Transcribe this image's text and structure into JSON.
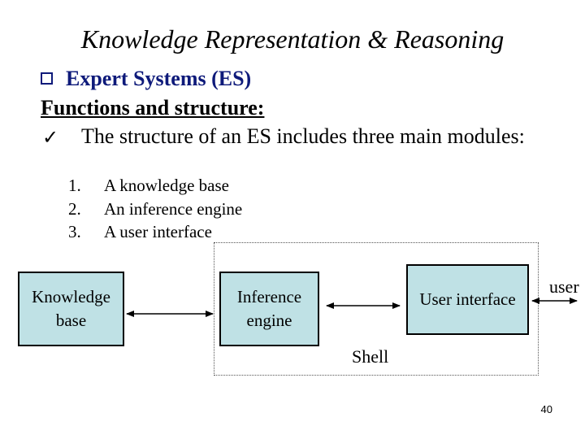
{
  "title": "Knowledge Representation & Reasoning",
  "section": "Expert Systems (ES)",
  "heading": "Functions and structure:",
  "bullet_text": "The structure of an ES includes three main modules:",
  "modules": [
    {
      "number": "1.",
      "label": "A knowledge base"
    },
    {
      "number": "2.",
      "label": "An inference engine"
    },
    {
      "number": "3.",
      "label": "A user interface"
    }
  ],
  "diagram": {
    "knowledge_base": [
      "Knowledge",
      "base"
    ],
    "inference_engine": [
      "Inference",
      "engine"
    ],
    "user_interface": "User interface",
    "shell": "Shell",
    "user": "user"
  },
  "page_number": "40",
  "icons": {
    "section_bullet": "square-bullet-icon",
    "check": "check-icon"
  },
  "colors": {
    "box_fill": "#bfe1e5",
    "section_color": "#0e1a7a"
  }
}
